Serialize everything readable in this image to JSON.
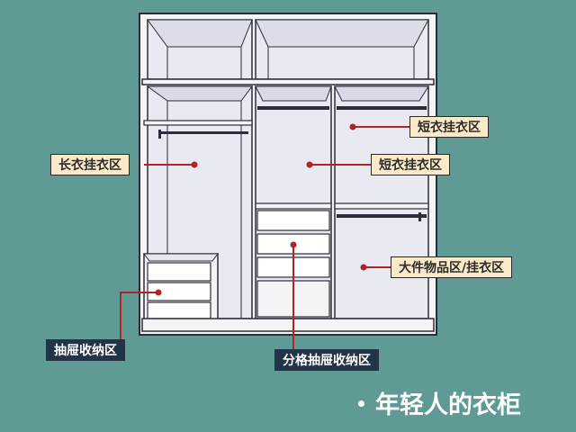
{
  "title": "年轻人的衣柜",
  "callouts": {
    "short_hanging_top": "短衣挂衣区",
    "long_hanging": "长衣挂衣区",
    "short_hanging_mid": "短衣挂衣区",
    "large_items": "大件物品区/挂衣区",
    "drawer_storage": "抽屉收纳区",
    "divided_drawer_storage": "分格抽屉收纳区"
  },
  "colors": {
    "background": "#5f9a94",
    "panel_edge": "#f4f4f6",
    "interior": "#e8e9f1",
    "line": "#2a2d3a",
    "pointer": "#b02424",
    "label_light": "#fbe9c8",
    "label_dark": "#243447"
  }
}
